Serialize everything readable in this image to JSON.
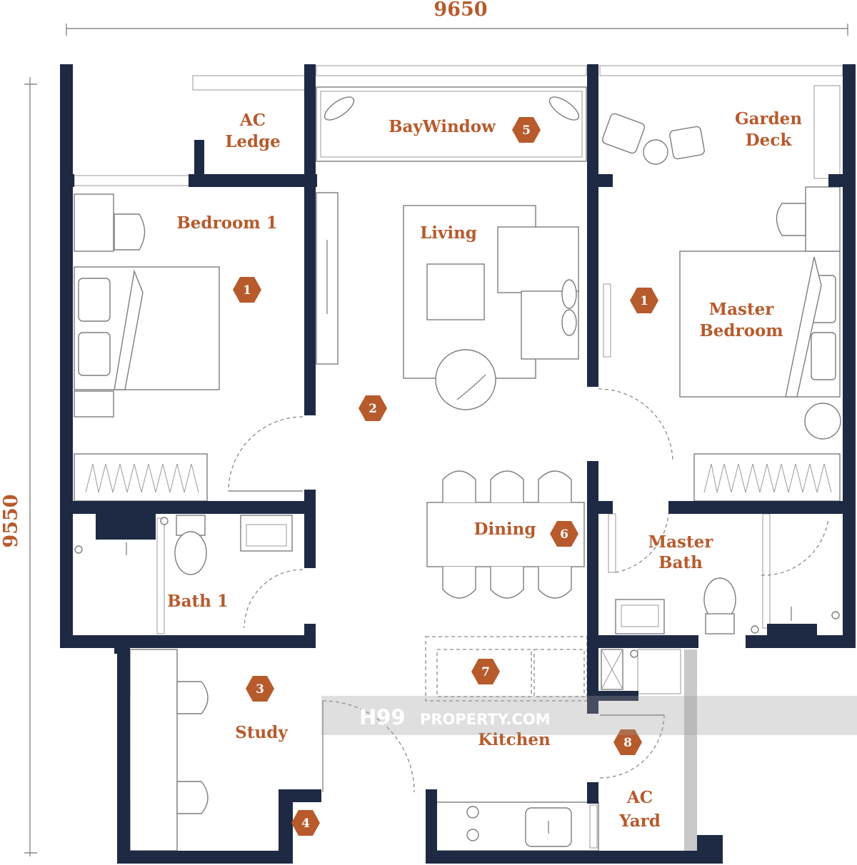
{
  "dimensions": {
    "width": "9650",
    "height": "9550"
  },
  "rooms": {
    "ac_ledge": [
      "AC",
      "Ledge"
    ],
    "bay_window": "BayWindow",
    "garden_deck": [
      "Garden",
      "Deck"
    ],
    "bedroom1": "Bedroom 1",
    "living": "Living",
    "master_bedroom": [
      "Master",
      "Bedroom"
    ],
    "dining": "Dining",
    "master_bath": [
      "Master",
      "Bath"
    ],
    "bath1": "Bath 1",
    "study": "Study",
    "kitchen": "Kitchen",
    "ac_yard": [
      "AC",
      "Yard"
    ]
  },
  "markers": {
    "bay_window": "5",
    "bedroom1": "1",
    "master_bedroom": "1",
    "corridor": "2",
    "dining": "6",
    "study": "3",
    "kitchen_island": "7",
    "store": "4",
    "yard": "8"
  },
  "watermark": {
    "brand": "H99",
    "domain": "PROPERTY.COM"
  },
  "colors": {
    "wall": "#1e2a44",
    "accent": "#b75a2c",
    "furniture": "#7d7d7d"
  }
}
